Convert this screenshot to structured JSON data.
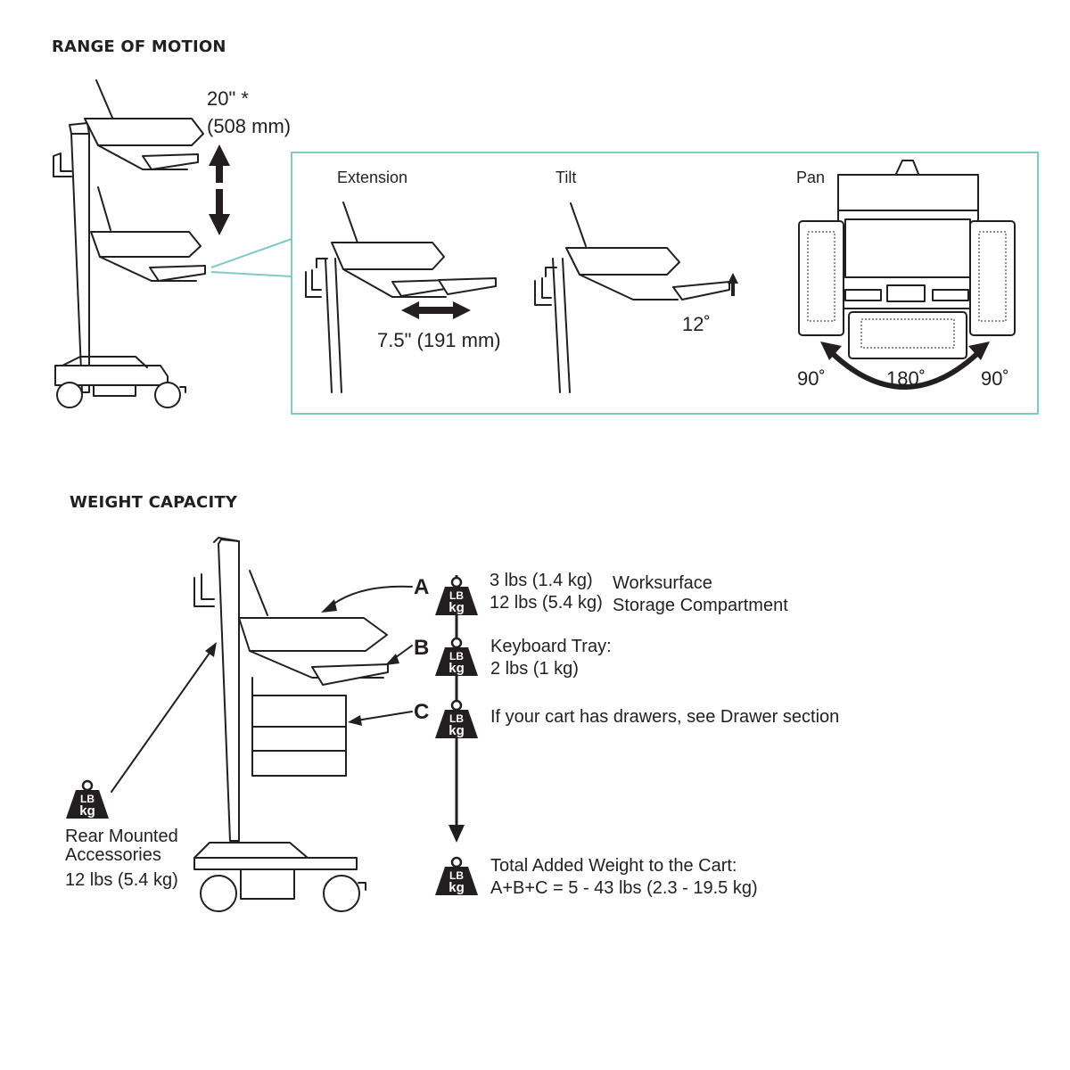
{
  "range_of_motion": {
    "heading": "RANGE OF MOTION",
    "height_adjust": {
      "value": "20\" *",
      "metric": "(508 mm)"
    },
    "extension": {
      "title": "Extension",
      "value": "7.5\" (191 mm)"
    },
    "tilt": {
      "title": "Tilt",
      "value": "12˚"
    },
    "pan": {
      "title": "Pan",
      "left": "90˚",
      "center": "180˚",
      "right": "90˚"
    },
    "accent_color": "#7ecbc3"
  },
  "weight_capacity": {
    "heading": "WEIGHT CAPACITY",
    "weight_icon": {
      "top": "LB",
      "bottom": "kg"
    },
    "points": [
      {
        "letter": "A",
        "lines": [
          "3 lbs (1.4 kg)",
          "12 lbs (5.4 kg)"
        ],
        "names": [
          "Worksurface",
          "Storage Compartment"
        ]
      },
      {
        "letter": "B",
        "lines": [
          "Keyboard Tray:",
          "2 lbs (1 kg)"
        ]
      },
      {
        "letter": "C",
        "lines": [
          "If your cart has drawers, see Drawer section"
        ]
      }
    ],
    "total": {
      "lines": [
        "Total Added Weight to the Cart:",
        "A+B+C = 5 - 43 lbs (2.3 - 19.5 kg)"
      ]
    },
    "rear": {
      "lines": [
        "Rear Mounted",
        "Accessories",
        "12 lbs (5.4 kg)"
      ]
    }
  }
}
